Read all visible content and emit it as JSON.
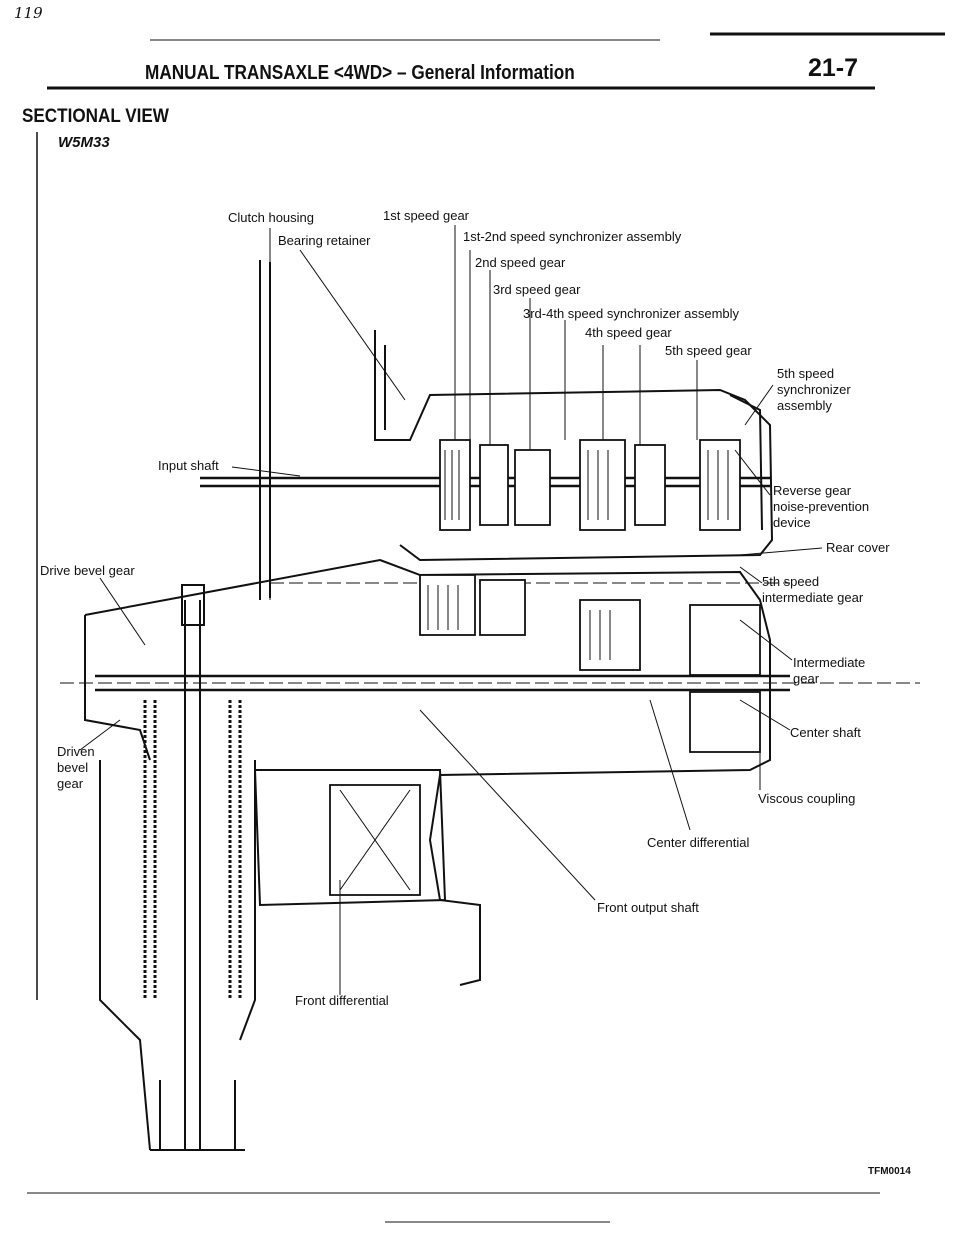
{
  "page": {
    "handwritten_note": "119",
    "header_title": "MANUAL TRANSAXLE <4WD> – General Information",
    "page_number": "21-7",
    "section_title": "SECTIONAL VIEW",
    "model": "W5M33",
    "figure_code": "TFM0014"
  },
  "labels": {
    "clutch_housing": "Clutch housing",
    "first_speed_gear": "1st speed gear",
    "bearing_retainer": "Bearing retainer",
    "sync_12": "1st-2nd speed synchronizer assembly",
    "second_speed_gear": "2nd speed gear",
    "third_speed_gear": "3rd speed gear",
    "sync_34": "3rd-4th speed synchronizer assembly",
    "fourth_speed_gear": "4th speed gear",
    "fifth_speed_gear": "5th speed gear",
    "sync_5_line1": "5th speed",
    "sync_5_line2": "synchronizer",
    "sync_5_line3": "assembly",
    "input_shaft": "Input shaft",
    "reverse_line1": "Reverse gear",
    "reverse_line2": "noise-prevention",
    "reverse_line3": "device",
    "rear_cover": "Rear cover",
    "drive_bevel_gear": "Drive bevel gear",
    "fifth_inter_line1": "5th speed",
    "fifth_inter_line2": "intermediate gear",
    "intermediate_line1": "Intermediate",
    "intermediate_line2": "gear",
    "center_shaft": "Center shaft",
    "driven_line1": "Driven",
    "driven_line2": "bevel",
    "driven_line3": "gear",
    "viscous_coupling": "Viscous coupling",
    "center_differential": "Center differential",
    "front_output_shaft": "Front output shaft",
    "front_differential": "Front differential"
  }
}
